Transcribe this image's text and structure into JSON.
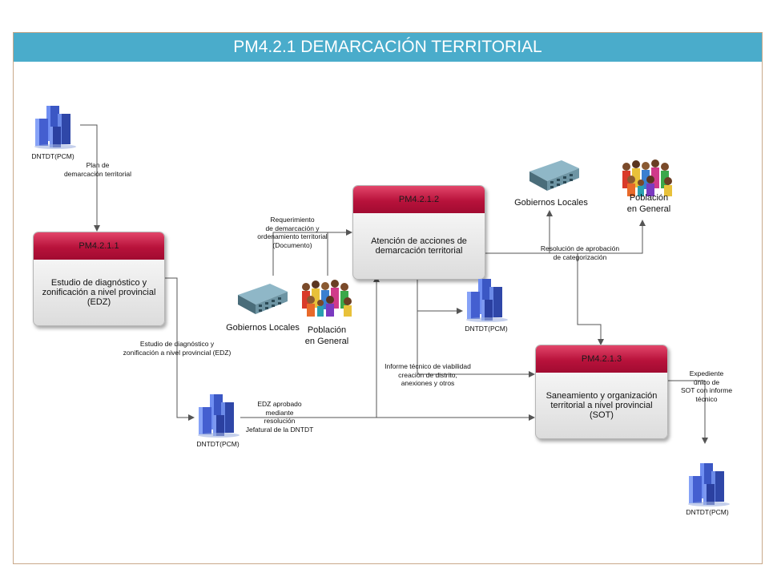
{
  "title": "PM4.2.1 DEMARCACIÓN TERRITORIAL",
  "colors": {
    "title_bar": "#4aaccb",
    "process_head": "#b8123b",
    "frame_border": "#c9a98a",
    "connector": "#555555"
  },
  "processes": {
    "p1": {
      "code": "PM4.2.1.1",
      "name": "Estudio de diagnóstico y zonificación a nivel provincial (EDZ)"
    },
    "p2": {
      "code": "PM4.2.1.2",
      "name": "Atención de acciones de demarcación territorial"
    },
    "p3": {
      "code": "PM4.2.1.3",
      "name": "Saneamiento y organización territorial a nivel provincial (SOT)"
    }
  },
  "actors": {
    "dntdt_top": "DNTDT(PCM)",
    "dntdt_mid": "DNTDT(PCM)",
    "dntdt_bottom": "DNTDT(PCM)",
    "dntdt_right": "DNTDT(PCM)",
    "gob_left": "Gobiernos Locales",
    "gob_right": "Gobiernos Locales",
    "pob_left": "Población\nen General",
    "pob_right": "Población\nen General"
  },
  "flows": {
    "plan": "Plan de\ndemarcación territorial",
    "edz": "Estudio de diagnóstico y\nzonificación a nivel provincial (EDZ)",
    "requerimiento": "Requerimiento\nde demarcación y\nordenamiento territorial\n(Documento)",
    "edz_aprobado": "EDZ aprobado\nmediante\nresolución\nJefatural de la DNTDT",
    "informe": "Informe técnico de viabilidad\ncreación de distrito,\nanexiones y otros",
    "resolucion": "Resolución de aprobación\nde categorización",
    "expediente": "Expediente\núnico de\nSOT con informe\ntécnico"
  },
  "icons": [
    "building-icon",
    "office-building-icon",
    "crowd-icon"
  ]
}
